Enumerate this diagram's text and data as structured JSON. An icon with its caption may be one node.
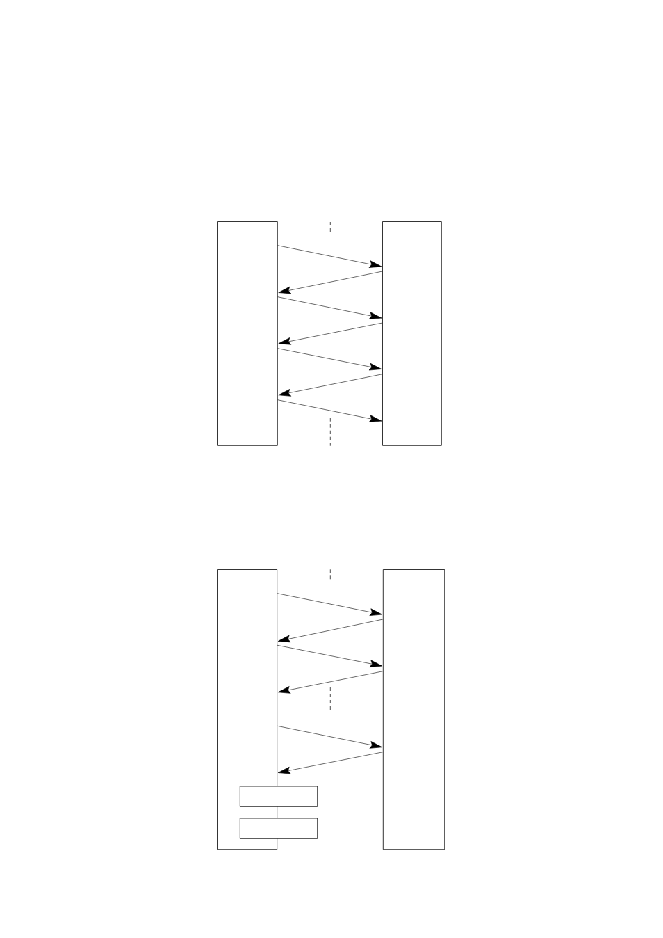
{
  "diagram": {
    "nodes": [
      {
        "text": [],
        "shape": "box"
      },
      {
        "text": [],
        "shape": "box"
      },
      {
        "text": [],
        "shape": "box"
      },
      {
        "text": [],
        "shape": "box"
      },
      {
        "text": [],
        "shape": "box"
      },
      {
        "text": [],
        "shape": "box"
      }
    ],
    "edges": [
      {
        "from": 0,
        "to": 1,
        "arrow": "to"
      },
      {
        "from": 1,
        "to": 0,
        "arrow": "to"
      },
      {
        "from": 0,
        "to": 1,
        "arrow": "to"
      },
      {
        "from": 1,
        "to": 0,
        "arrow": "to"
      },
      {
        "from": 0,
        "to": 1,
        "arrow": "to"
      },
      {
        "from": 1,
        "to": 0,
        "arrow": "to"
      },
      {
        "from": 0,
        "to": 1,
        "arrow": "to"
      },
      {
        "from": 2,
        "to": 3,
        "arrow": "to"
      },
      {
        "from": 3,
        "to": 2,
        "arrow": "to"
      },
      {
        "from": 2,
        "to": 3,
        "arrow": "to"
      },
      {
        "from": 3,
        "to": 2,
        "arrow": "to"
      },
      {
        "from": 2,
        "to": 3,
        "arrow": "to"
      },
      {
        "from": 3,
        "to": 2,
        "arrow": "to"
      }
    ]
  }
}
